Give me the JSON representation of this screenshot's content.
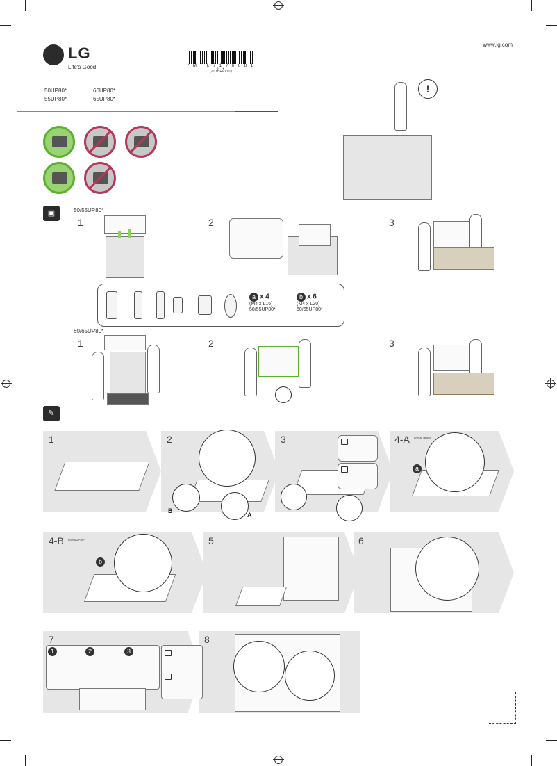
{
  "header": {
    "website": "www.lg.com",
    "brand": "LG",
    "tagline": "Life's Good",
    "barcode_number": "* M F L 7 1 7 6 0 8 1 2 *",
    "revision": "(2102-REV01)"
  },
  "models": [
    "50UP80*",
    "60UP80*",
    "55UP80*",
    "65UP80*"
  ],
  "unpacking": {
    "small_label": "50/55UP80*",
    "large_label": "60/65UP80*",
    "steps": [
      "1",
      "2",
      "3"
    ]
  },
  "parts": {
    "screw_a": {
      "badge": "a",
      "count": "x 4",
      "size": "(M4 x L16)",
      "models": "50/55UP80*"
    },
    "screw_b": {
      "badge": "b",
      "count": "x 6",
      "size": "(M4 x L20)",
      "models": "60/65UP80*"
    }
  },
  "assembly": {
    "steps": [
      {
        "num": "1",
        "sub": ""
      },
      {
        "num": "2",
        "sub": ""
      },
      {
        "num": "3",
        "sub": ""
      },
      {
        "num": "4-A",
        "sub": "50/55UP80*"
      },
      {
        "num": "4-B",
        "sub": "60/65UP80*"
      },
      {
        "num": "5",
        "sub": ""
      },
      {
        "num": "6",
        "sub": ""
      },
      {
        "num": "7",
        "sub": ""
      },
      {
        "num": "8",
        "sub": ""
      }
    ],
    "labels": {
      "b": "B",
      "a": "A"
    },
    "screw_badge_a": "a",
    "screw_badge_b": "b",
    "substeps": [
      "1",
      "2",
      "3"
    ]
  },
  "colors": {
    "accent_green": "#8cd35e",
    "prohibit_red": "#b5385a",
    "rule_pink": "#c0145a"
  }
}
